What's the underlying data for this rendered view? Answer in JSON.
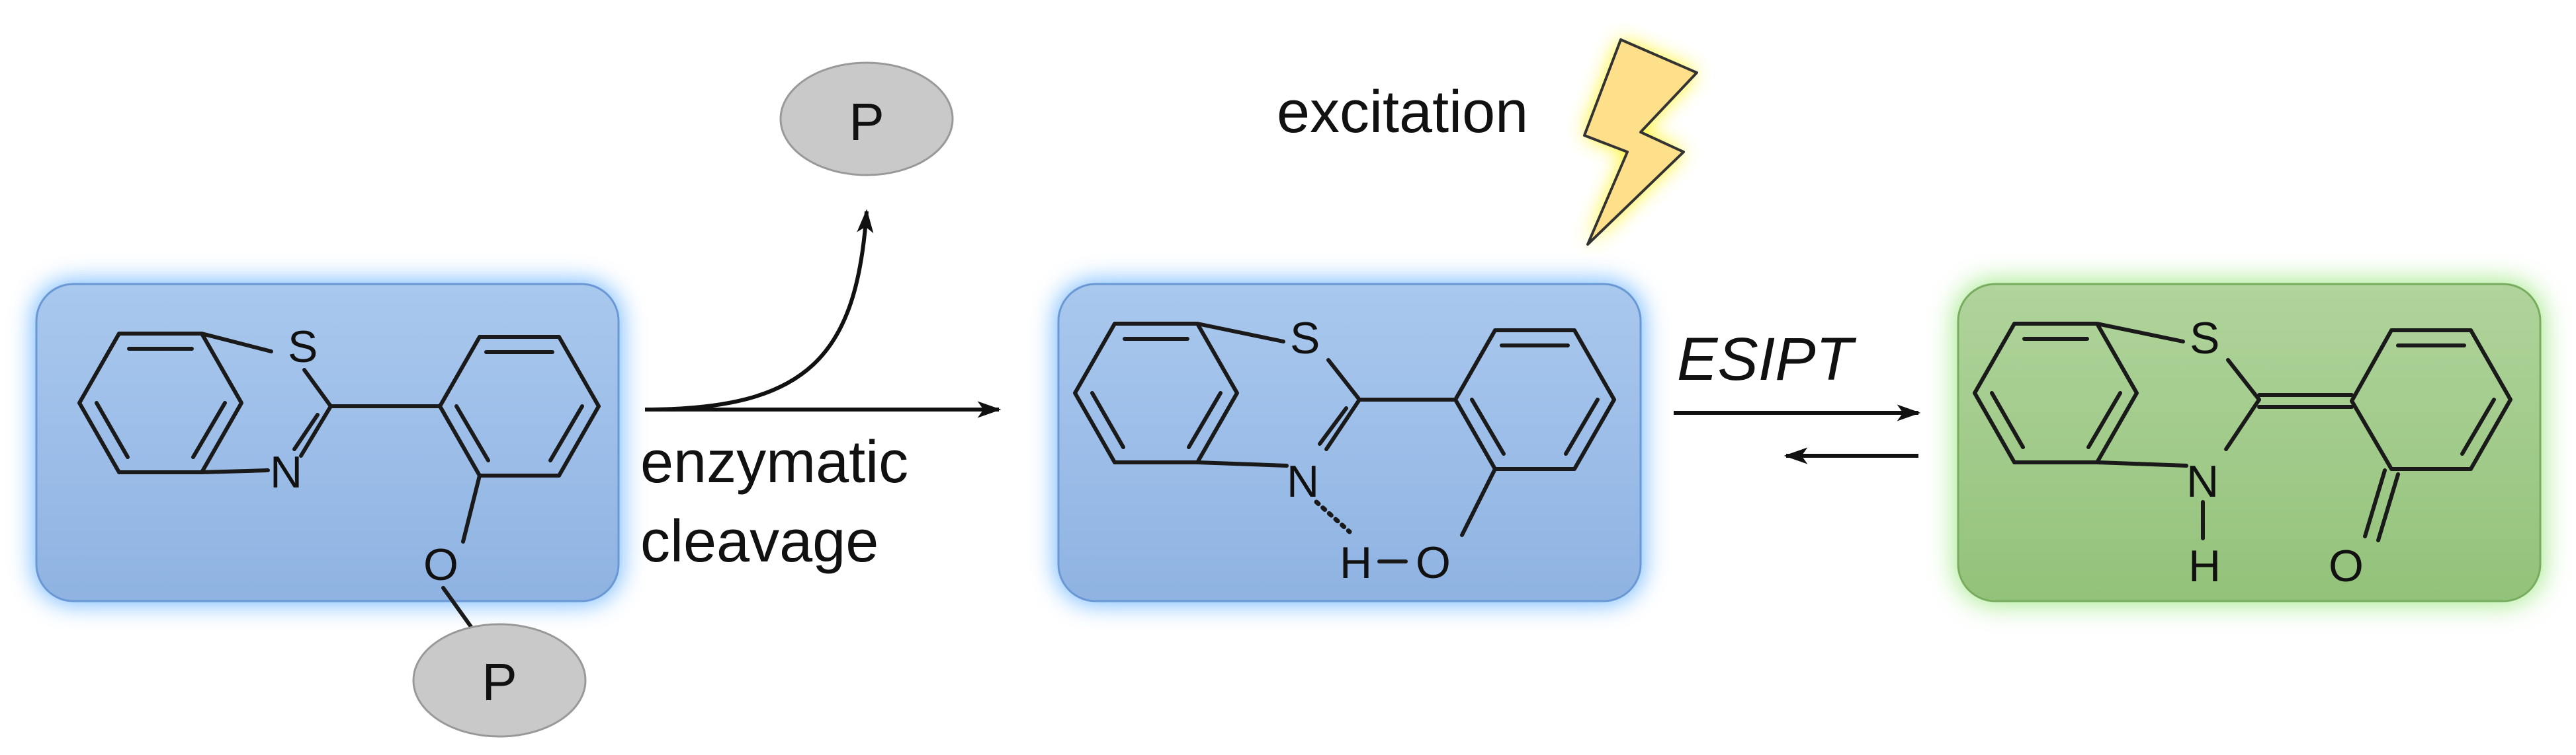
{
  "labels": {
    "excitation": "excitation",
    "enzymatic": "enzymatic",
    "cleavage": "cleavage",
    "esipt": "ESIPT",
    "phosphate_top": "P",
    "phosphate_bottom": "P"
  },
  "atoms": {
    "sub_S": "S",
    "sub_N": "N",
    "sub_O": "O",
    "enol_S": "S",
    "enol_N": "N",
    "enol_H": "H",
    "enol_O": "O",
    "keto_S": "S",
    "keto_N": "N",
    "keto_H": "H",
    "keto_O": "O"
  },
  "colors": {
    "enol_box": "#9fc0e8",
    "enol_glow": "#4aa3ff",
    "keto_box": "#a3cd8c",
    "keto_glow": "#7fe05a",
    "phosphate_fill": "#c9c9c9",
    "bolt_fill": "#ffe08a",
    "bolt_glow": "#fff200"
  }
}
